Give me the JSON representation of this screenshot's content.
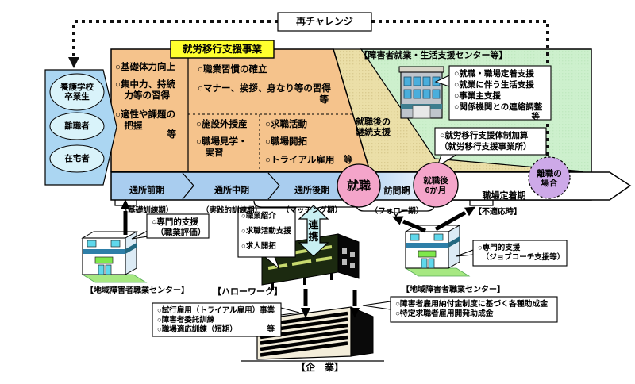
{
  "colors": {
    "orange_region": "#F5C38C",
    "tan_region": "#EBDFA8",
    "green_region": "#CDF0CD",
    "band_blue": "#A9CDEF",
    "title_yellow": "#FFFF2E",
    "pink_circle": "#F4A5CA",
    "purple_circle": "#CDA9E8",
    "entry_pentagon": "#ABD6F2",
    "entry_ellipse": "#D9F3FA",
    "renkei_arrow": "#C8EFF2"
  },
  "retry": {
    "label": "再チャレンジ"
  },
  "entry": {
    "groups": [
      "養護学校\n卒業生",
      "離職者",
      "在宅者"
    ]
  },
  "program": {
    "title": "就労移行支援事業",
    "col1": {
      "items": [
        "○基礎体力向上",
        "○集中力、持続\n　力等の習得",
        "○適性や課題の\n　把握"
      ],
      "etc": "等"
    },
    "col2": {
      "items": [
        "○職業習慣の確立",
        "○マナー、挨拶、身なり等の習得"
      ],
      "etc": "等"
    },
    "cell_mid": {
      "items": [
        "○施設外授産",
        "○職場見学・\n　実習"
      ]
    },
    "cell_right": {
      "items": [
        "○求職活動",
        "○職場開拓",
        "○トライアル雇用　等"
      ]
    }
  },
  "continuation": {
    "label": "就職後の\n継続支援"
  },
  "support_center_top": {
    "header": "【障害者就業・生活支援センター等】",
    "items": [
      "○就職・職場定着支援",
      "○就業に伴う生活支援",
      "○事業主支援",
      "○関係機関との連絡調整"
    ],
    "etc": "等"
  },
  "kasan": {
    "lines": [
      "○就労移行支援体制加算",
      "（就労移行支援事業所）"
    ]
  },
  "timeline": {
    "phases": [
      {
        "label": "通所前期",
        "sub": "（基礎訓練期）"
      },
      {
        "label": "通所中期",
        "sub": "（実践的訓練期）"
      },
      {
        "label": "通所後期",
        "sub": "（マッチング期）"
      },
      {
        "label": "訪問期",
        "sub": "（フォロー期）"
      },
      {
        "label": "職場定着期",
        "sub": ""
      }
    ],
    "milestones": {
      "shushoku": "就職",
      "six_months": "就職後\n6か月",
      "rishoku": "離職の\n場合"
    }
  },
  "renkei": {
    "label": "連\n携"
  },
  "callouts": {
    "vocational_eval": {
      "lines": [
        "○専門的支援",
        "　（職業評価）"
      ]
    },
    "hellowork": {
      "lines": [
        "○職業紹介",
        "○求職活動支援",
        "○求人開拓"
      ]
    },
    "job_coach": {
      "lines": [
        "○専門的支援",
        "　（ジョブコーチ支援等）"
      ]
    },
    "trial": {
      "lines": [
        "○試行雇用（トライアル雇用）事業",
        "○障害者委託訓練",
        "○職場適応訓練（短期）"
      ],
      "etc": "等"
    },
    "subsidy": {
      "lines": [
        "○障害者雇用納付金制度に基づく各種助成金",
        "○特定求職者雇用開発助成金"
      ]
    }
  },
  "facilities": {
    "local_center_left": "【地域障害者職業センター】",
    "hellowork": "【ハローワーク】",
    "local_center_right": "【地域障害者職業センター】",
    "company": "【企　業】",
    "mismatch": "【不適応時】"
  }
}
